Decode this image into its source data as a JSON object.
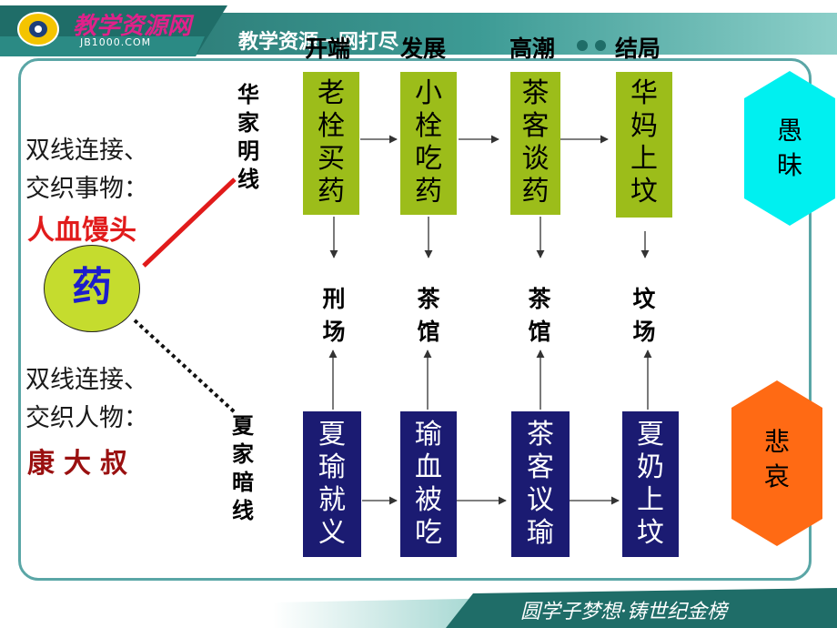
{
  "header": {
    "logo_text": "教学资源网",
    "logo_sub": "JB1000.COM",
    "slogan": "教学资源一网打尽"
  },
  "stages": [
    "开端",
    "发展",
    "高潮",
    "结局"
  ],
  "left_panel": {
    "top_line1": "双线连接、",
    "top_line2": "交织事物：",
    "top_highlight": "人血馒头",
    "center": "药",
    "bottom_line1": "双线连接、",
    "bottom_line2": "交织人物：",
    "bottom_highlight": "康大叔"
  },
  "line_labels": {
    "bright": [
      "华",
      "家",
      "明",
      "线"
    ],
    "dark": [
      "夏",
      "家",
      "暗",
      "线"
    ]
  },
  "top_boxes": [
    {
      "chars": [
        "老",
        "栓",
        "买",
        "药"
      ]
    },
    {
      "chars": [
        "小",
        "栓",
        "吃",
        "药"
      ]
    },
    {
      "chars": [
        "茶",
        "客",
        "谈",
        "药"
      ]
    },
    {
      "chars": [
        "华",
        "妈",
        "上",
        "坟"
      ]
    }
  ],
  "places": [
    {
      "chars": [
        "刑",
        "场"
      ]
    },
    {
      "chars": [
        "茶",
        "馆"
      ]
    },
    {
      "chars": [
        "茶",
        "馆"
      ]
    },
    {
      "chars": [
        "坟",
        "场"
      ]
    }
  ],
  "bottom_boxes": [
    {
      "chars": [
        "夏",
        "瑜",
        "就",
        "义"
      ]
    },
    {
      "chars": [
        "瑜",
        "血",
        "被",
        "吃"
      ]
    },
    {
      "chars": [
        "茶",
        "客",
        "议",
        "瑜"
      ]
    },
    {
      "chars": [
        "夏",
        "奶",
        "上",
        "坟"
      ]
    }
  ],
  "right_shapes": {
    "top_chars": [
      "愚",
      "昧"
    ],
    "bottom_chars": [
      "悲",
      "哀"
    ]
  },
  "colors": {
    "green_box": "#9cbd1a",
    "navy_box": "#1b1b72",
    "cyan_hex": "#00f0f0",
    "orange_hex": "#ff6a14",
    "circle": "#c5dc2e",
    "highlight_red": "#e11b1b",
    "highlight_dark": "#9a1010"
  },
  "footer": {
    "slogan": "圆学子梦想·铸世纪金榜"
  }
}
